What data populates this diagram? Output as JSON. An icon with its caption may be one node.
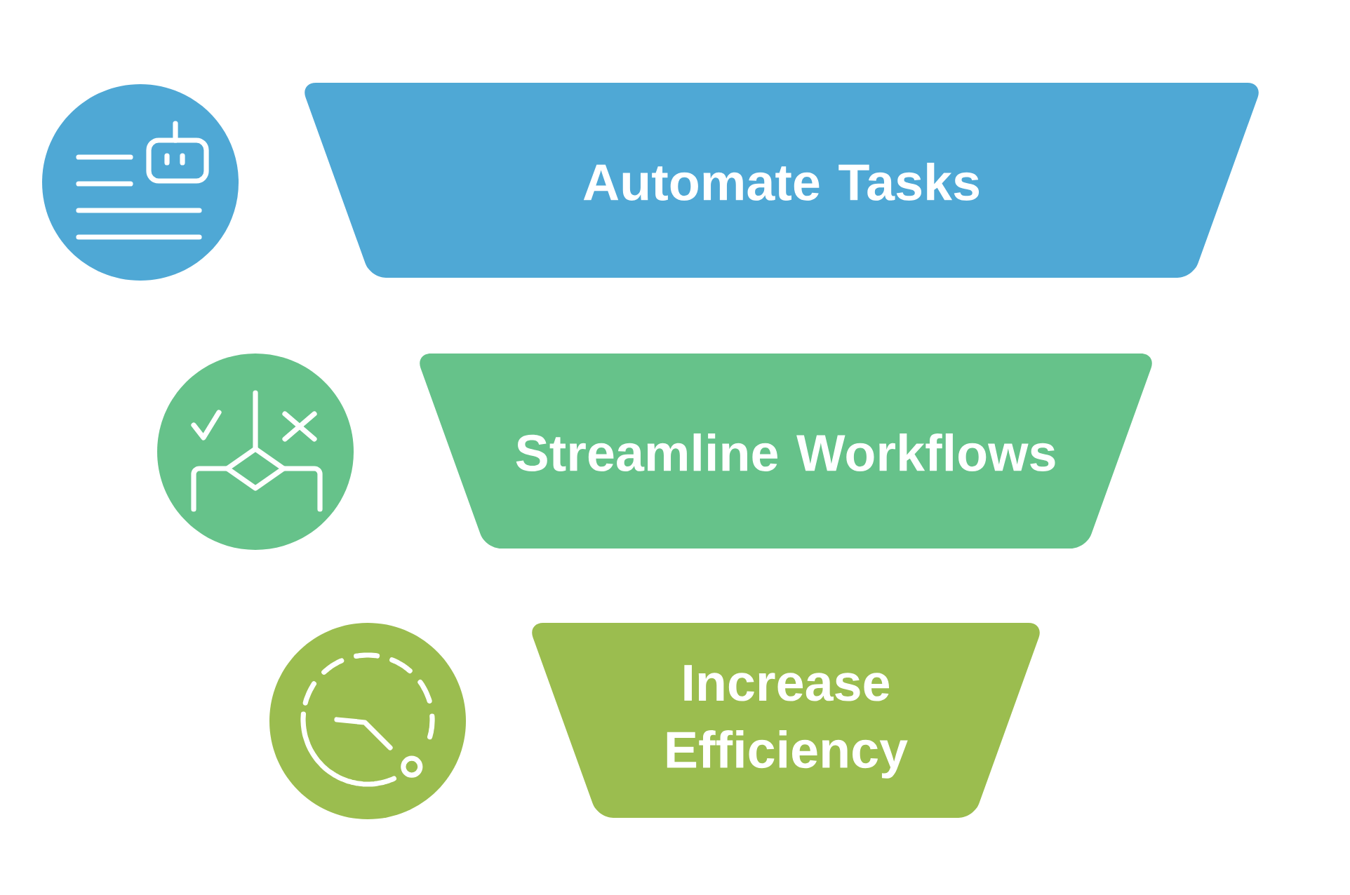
{
  "diagram": {
    "nodes": [
      {
        "text": [
          "Automate Tasks"
        ]
      },
      {
        "text": [
          "Streamline Workflows"
        ]
      },
      {
        "text": [
          "Increase Efficiency"
        ]
      }
    ]
  }
}
